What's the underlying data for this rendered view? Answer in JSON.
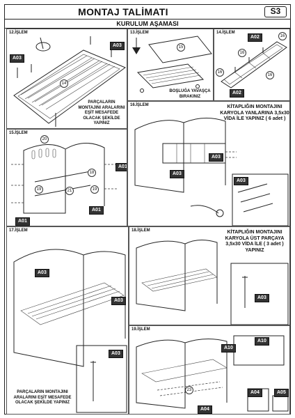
{
  "header": {
    "title": "MONTAJ TALİMATI",
    "code": "S3"
  },
  "section_title": "KURULUM AŞAMASI",
  "steps": {
    "s12": {
      "label": "12.İŞLEM",
      "caption": "PARÇALARIN MONTAJINI ARALARINI EŞİT MESAFEDE OLACAK ŞEKİLDE YAPINIZ",
      "parts": [
        "A03",
        "A03"
      ],
      "num": "14"
    },
    "s13": {
      "label": "13.İŞLEM",
      "caption": "BOŞLUĞA YAVAŞÇA BIRAKINIZ",
      "num": "15"
    },
    "s14": {
      "label": "14.İŞLEM",
      "parts": [
        "A02",
        "A02"
      ],
      "nums": [
        "16",
        "16",
        "16",
        "16"
      ]
    },
    "s15": {
      "label": "15.İŞLEM",
      "parts": [
        "A01",
        "A01",
        "A01"
      ],
      "nums": [
        "20",
        "18",
        "21",
        "19",
        "19"
      ]
    },
    "s16": {
      "label": "16.İŞLEM",
      "caption": "KİTAPLIĞIN MONTAJINI KARYOLA YANLARINA 3,5x30 VİDA İLE YAPINIZ ( 6 adet )",
      "parts": [
        "A03",
        "A03",
        "A03"
      ]
    },
    "s17": {
      "label": "17.İŞLEM",
      "caption": "PARÇALARIN MONTAJINI ARALARINI EŞİT MESAFEDE OLACAK ŞEKİLDE YAPINIZ",
      "parts": [
        "A03",
        "A03",
        "A03"
      ]
    },
    "s18": {
      "label": "18.İŞLEM",
      "caption": "KİTAPLIĞIN MONTAJINI KARYOLA ÜST PARÇAYA 3,5x30 VİDA İLE ( 3 adet ) YAPINIZ",
      "parts": [
        "A03"
      ]
    },
    "s19": {
      "label": "19.İŞLEM",
      "parts": [
        "A10",
        "A10",
        "A04",
        "A04",
        "A05"
      ],
      "num": "23"
    }
  }
}
